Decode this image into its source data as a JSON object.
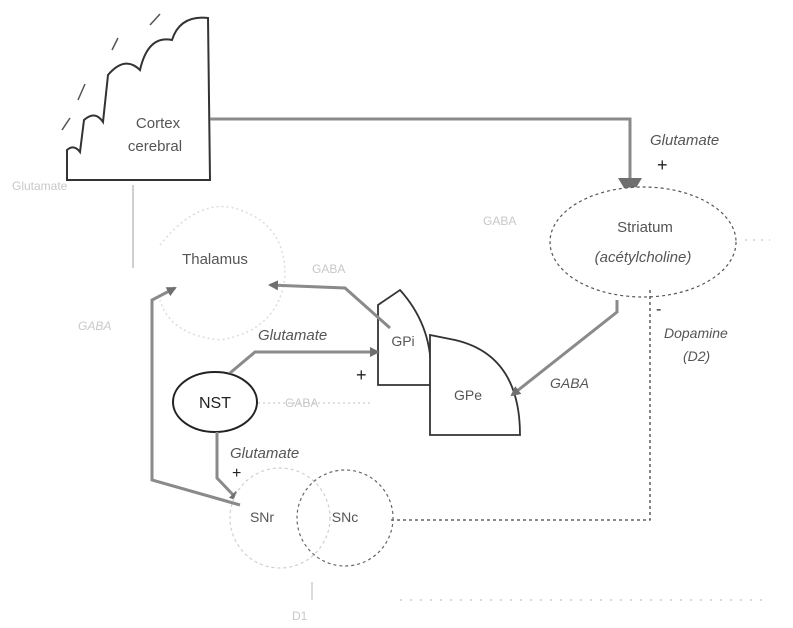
{
  "diagram": {
    "nodes": {
      "cortex_line1": "Cortex",
      "cortex_line2": "cerebral",
      "striatum_line1": "Striatum",
      "striatum_line2": "(acétylcholine)",
      "thalamus": "Thalamus",
      "gpi": "GPi",
      "gpe": "GPe",
      "nst": "NST",
      "snr": "SNr",
      "snc": "SNc"
    },
    "edge_labels": {
      "glutamate_cortex_striatum": "Glutamate",
      "plus_cortex_striatum": "+",
      "dopamine_line1": "Dopamine",
      "dopamine_line2": "(D2)",
      "minus_dopamine": "-",
      "gaba_striatum_gpe": "GABA",
      "gaba_gpi_thalamus": "GABA",
      "glutamate_nst_gpi": "Glutamate",
      "plus_nst_gpi": "+",
      "glutamate_nst_snr": "Glutamate",
      "plus_nst_snr": "+",
      "gaba_snr_thalamus": "GABA",
      "glutamate_thalamus_cortex": "Glutamate",
      "faint_nst_gpe": "GABA",
      "faint_striatum_gpi": "GABA",
      "faint_dopamine_bottom": "D1"
    }
  },
  "colors": {
    "arrow": "#8a8a8a",
    "outline": "#333333",
    "faint": "#cfcfcf",
    "dotted": "#444444"
  }
}
